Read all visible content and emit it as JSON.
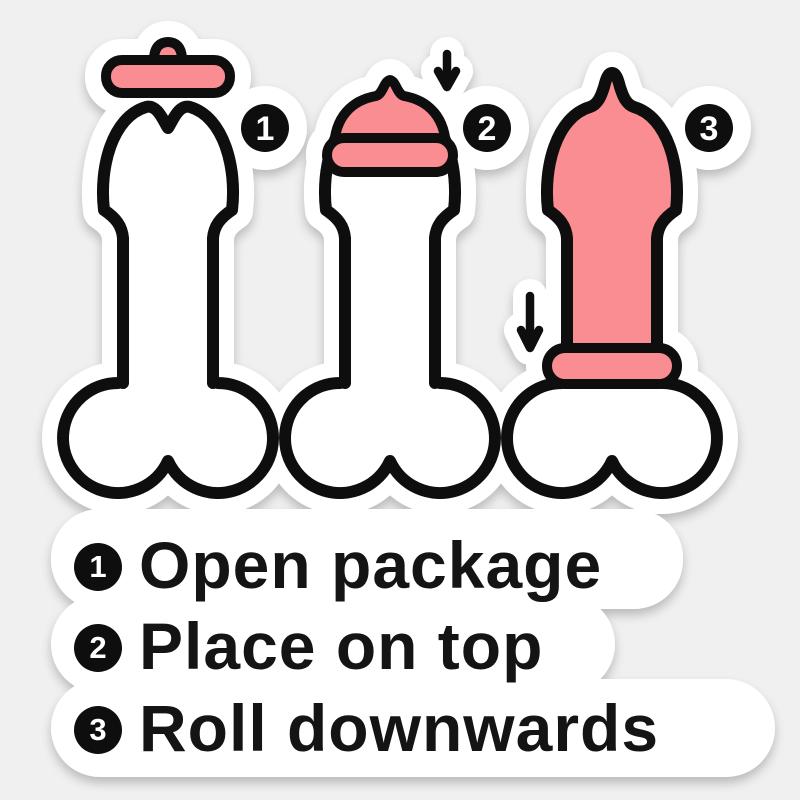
{
  "colors": {
    "background": "#F0F0F0",
    "sticker": "#FFFFFF",
    "outline": "#0E0E0E",
    "pink": "#FA8D91",
    "badge_number": "#FFFFFF",
    "label": "#141414"
  },
  "figure_badges": [
    "1",
    "2",
    "3"
  ],
  "icons": {
    "step2_arrow": "down-arrow",
    "step3_arrow": "down-arrow"
  },
  "instructions": [
    {
      "number": "1",
      "label": "Open package"
    },
    {
      "number": "2",
      "label": "Place on top"
    },
    {
      "number": "3",
      "label": "Roll downwards"
    }
  ]
}
